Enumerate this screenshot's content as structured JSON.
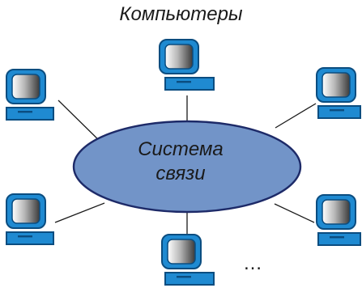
{
  "diagram": {
    "caption": "Компьютеры",
    "hub": {
      "line1": "Система",
      "line2": "связи"
    },
    "ellipsis": "…",
    "computers": [
      {
        "id": "top"
      },
      {
        "id": "upper-left"
      },
      {
        "id": "upper-right"
      },
      {
        "id": "lower-left"
      },
      {
        "id": "lower-right"
      },
      {
        "id": "bottom"
      }
    ],
    "colors": {
      "hub_fill": "#7294c8",
      "hub_stroke": "#1d2a68",
      "monitor_frame": "#1f8ad1",
      "monitor_outline": "#0b4d80",
      "base_fill": "#1f8ad1",
      "connector": "#1a1a1a"
    }
  }
}
